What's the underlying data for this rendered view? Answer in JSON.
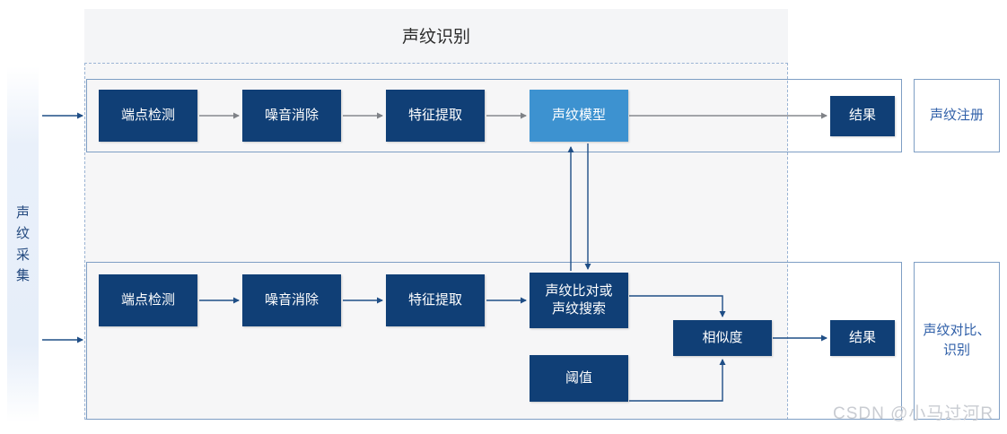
{
  "diagram": {
    "title": "声纹识别",
    "watermark": "CSDN @小马过河R",
    "colors": {
      "node_navy": "#103f76",
      "node_accent": "#3d92d0",
      "border_blue": "#7e9ec4",
      "dashed_blue": "#9bb4d4",
      "label_blue": "#2f5fa8",
      "panel_gray": "#f6f6f7",
      "strip_blue": "#e9f0fa",
      "wire_navy": "#1f4e86",
      "wire_gray": "#8d8f93"
    },
    "capture_strip": {
      "label": "声\n纹\n采\n集"
    },
    "side_labels": [
      {
        "id": "enroll",
        "label": "声纹注册"
      },
      {
        "id": "verify",
        "label": "声纹对比、\n识别"
      }
    ],
    "rows": [
      {
        "id": "enrollment-row",
        "nodes": [
          {
            "id": "vad-1",
            "label": "端点检测",
            "style": "navy"
          },
          {
            "id": "nr-1",
            "label": "噪音消除",
            "style": "navy"
          },
          {
            "id": "fe-1",
            "label": "特征提取",
            "style": "navy"
          },
          {
            "id": "model",
            "label": "声纹模型",
            "style": "accent"
          },
          {
            "id": "result-1",
            "label": "结果",
            "style": "navy"
          }
        ]
      },
      {
        "id": "verification-row",
        "nodes": [
          {
            "id": "vad-2",
            "label": "端点检测",
            "style": "navy"
          },
          {
            "id": "nr-2",
            "label": "噪音消除",
            "style": "navy"
          },
          {
            "id": "fe-2",
            "label": "特征提取",
            "style": "navy"
          },
          {
            "id": "compare",
            "label": "声纹比对或\n声纹搜索",
            "style": "navy"
          },
          {
            "id": "threshold",
            "label": "阈值",
            "style": "navy"
          },
          {
            "id": "similarity",
            "label": "相似度",
            "style": "navy"
          },
          {
            "id": "result-2",
            "label": "结果",
            "style": "navy"
          }
        ]
      }
    ]
  }
}
